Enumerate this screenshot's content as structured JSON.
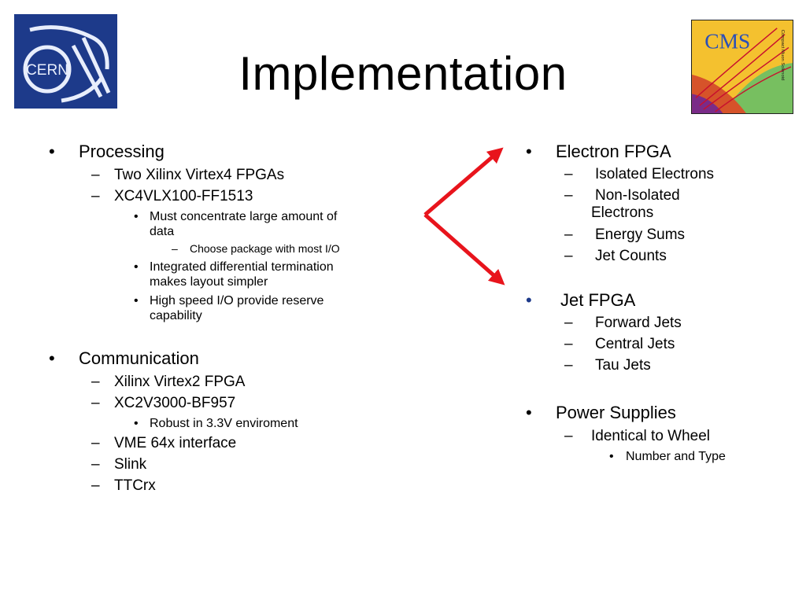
{
  "title": "Implementation",
  "logos": {
    "left": "CERN",
    "right": "CMS",
    "right_sub": "Compact Muon Solenoid"
  },
  "left": {
    "processing": "Processing",
    "two_xilinx": "Two Xilinx Virtex4 FPGAs",
    "xc4": "XC4VLX100-FF1513",
    "must_1": "Must concentrate large amount of",
    "must_2": "data",
    "choose": "Choose package with most I/O",
    "integrated_1": "Integrated differential termination",
    "integrated_2": "makes layout simpler",
    "highspeed_1": "High speed I/O provide reserve",
    "highspeed_2": "capability",
    "communication": "Communication",
    "virtex2": "Xilinx Virtex2 FPGA",
    "xc2": "XC2V3000-BF957",
    "robust": "Robust in 3.3V enviroment",
    "vme": "VME 64x interface",
    "slink": "Slink",
    "ttcrx": "TTCrx"
  },
  "right": {
    "electron": "Electron FPGA",
    "isolated": "Isolated Electrons",
    "nonisolated_1": "Non-Isolated",
    "nonisolated_2": "Electrons",
    "energy": "Energy Sums",
    "jetcounts": "Jet Counts",
    "jet": "Jet FPGA",
    "forward": "Forward Jets",
    "central": "Central Jets",
    "tau": "Tau Jets",
    "power": "Power Supplies",
    "identical": "Identical to Wheel",
    "number": "Number and Type"
  },
  "colors": {
    "arrow": "#e8141c",
    "cern_blue": "#1d3a8a",
    "jet_bullet": "#1d3a8a"
  }
}
